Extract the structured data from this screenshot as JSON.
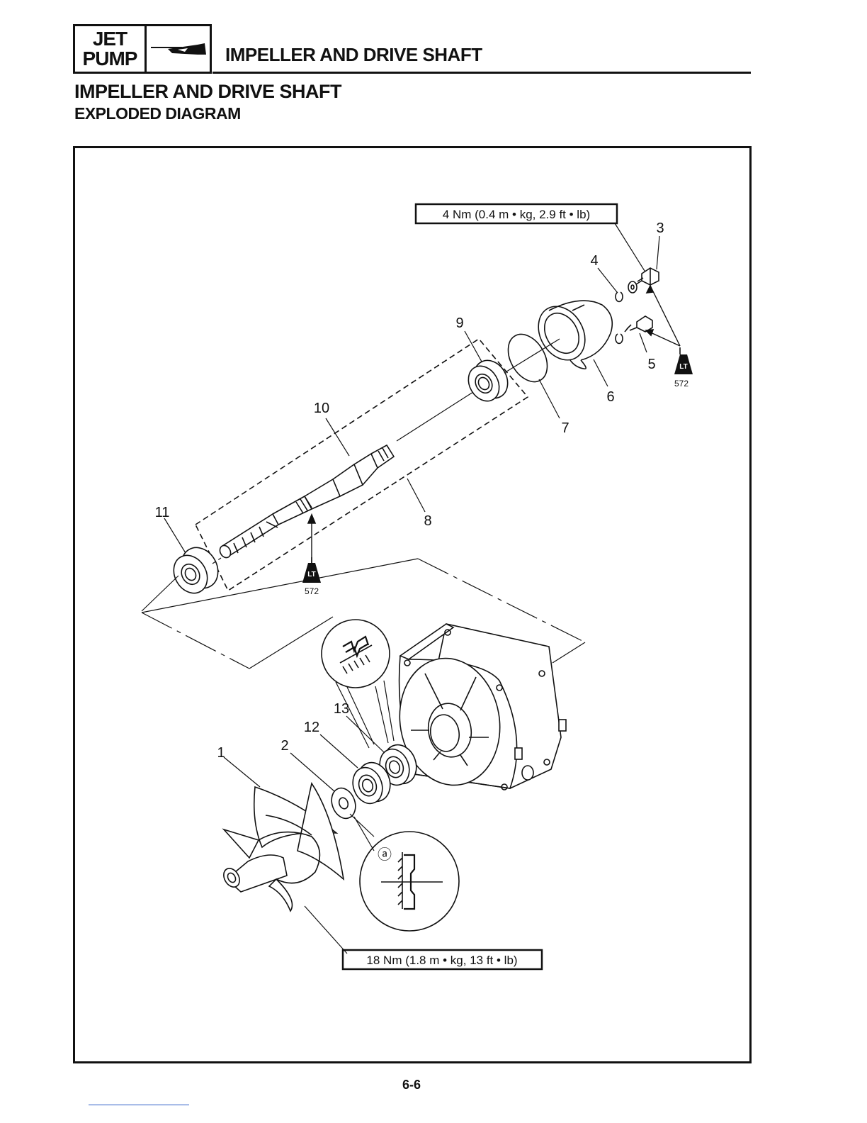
{
  "header": {
    "badge_line1": "JET",
    "badge_line2": "PUMP",
    "badge_icon": "jet-pump-icon",
    "title": "IMPELLER AND DRIVE SHAFT"
  },
  "section": {
    "title": "IMPELLER AND DRIVE SHAFT",
    "subtitle": "EXPLODED DIAGRAM"
  },
  "diagram": {
    "torque_upper": "4 Nm (0.4 m • kg, 2.9 ft • lb)",
    "torque_lower": "18 Nm (1.8 m • kg, 13 ft • lb)",
    "loctite": {
      "label": "LT",
      "number": "572"
    },
    "detail_label": "ⓐ",
    "part_numbers": {
      "p1": "1",
      "p2": "2",
      "p3": "3",
      "p4": "4",
      "p5": "5",
      "p6": "6",
      "p7": "7",
      "p8": "8",
      "p9": "9",
      "p10": "10",
      "p11": "11",
      "p12": "12",
      "p13": "13"
    }
  },
  "footer": {
    "page": "6-6"
  }
}
